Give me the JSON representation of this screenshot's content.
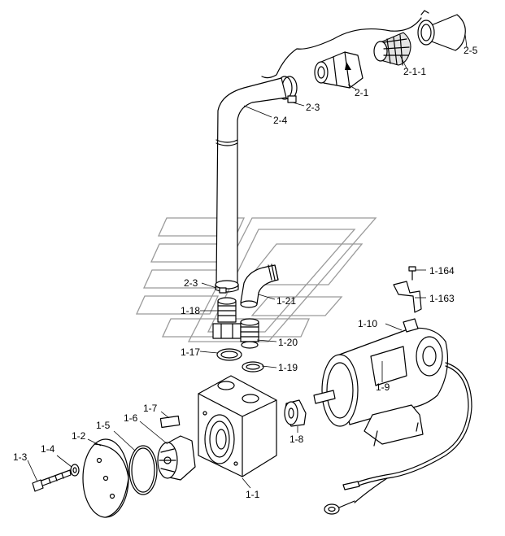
{
  "labels": {
    "l2_5": "2-5",
    "l2_1_1": "2-1-1",
    "l2_1": "2-1",
    "l2_3_top": "2-3",
    "l2_4": "2-4",
    "l2_3_mid": "2-3",
    "l1_18": "1-18",
    "l1_21": "1-21",
    "l1_17": "1-17",
    "l1_20": "1-20",
    "l1_19": "1-19",
    "l1_164": "1-164",
    "l1_163": "1-163",
    "l1_10": "1-10",
    "l1_9": "1-9",
    "l1_7": "1-7",
    "l1_6": "1-6",
    "l1_5": "1-5",
    "l1_2": "1-2",
    "l1_4": "1-4",
    "l1_3": "1-3",
    "l1_8": "1-8",
    "l1_1": "1-1"
  }
}
